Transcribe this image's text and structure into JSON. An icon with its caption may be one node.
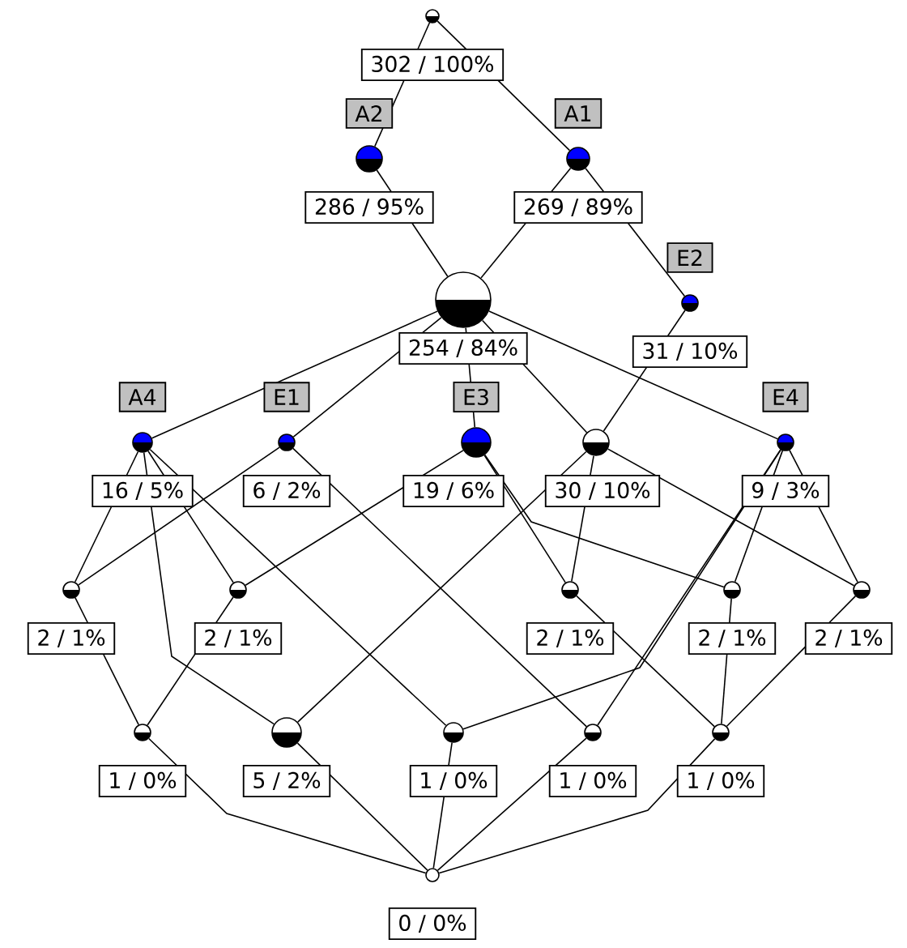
{
  "diagram": {
    "nodes": [
      {
        "text": [
          "302 / 100%"
        ]
      },
      {
        "text": [
          "286 / 95%"
        ],
        "beside": [
          "A2"
        ]
      },
      {
        "text": [
          "269 / 89%"
        ],
        "beside": [
          "A1"
        ]
      },
      {
        "text": [
          "254 / 84%"
        ]
      },
      {
        "text": [
          "31 / 10%"
        ],
        "beside": [
          "E2"
        ]
      },
      {
        "text": [
          "16 / 5%"
        ],
        "beside": [
          "A4"
        ]
      },
      {
        "text": [
          "6 / 2%"
        ],
        "beside": [
          "E1"
        ]
      },
      {
        "text": [
          "19 / 6%"
        ],
        "beside": [
          "E3"
        ]
      },
      {
        "text": [
          "30 / 10%"
        ]
      },
      {
        "text": [
          "9 / 3%"
        ],
        "beside": [
          "E4"
        ]
      },
      {
        "text": [
          "2 / 1%"
        ]
      },
      {
        "text": [
          "2 / 1%"
        ]
      },
      {
        "text": [
          "2 / 1%"
        ]
      },
      {
        "text": [
          "2 / 1%"
        ]
      },
      {
        "text": [
          "2 / 1%"
        ]
      },
      {
        "text": [
          "1 / 0%"
        ]
      },
      {
        "text": [
          "5 / 2%"
        ]
      },
      {
        "text": [
          "1 / 0%"
        ]
      },
      {
        "text": [
          "1 / 0%"
        ]
      },
      {
        "text": [
          "1 / 0%"
        ]
      },
      {
        "text": [
          "0 / 0%"
        ]
      }
    ],
    "edges": [
      {
        "from": 0,
        "to": 1,
        "arrow": "none"
      },
      {
        "from": 0,
        "to": 2,
        "arrow": "none"
      },
      {
        "from": 1,
        "to": 3,
        "arrow": "none"
      },
      {
        "from": 2,
        "to": 3,
        "arrow": "none"
      },
      {
        "from": 2,
        "to": 4,
        "arrow": "none"
      },
      {
        "from": 3,
        "to": 5,
        "arrow": "none"
      },
      {
        "from": 3,
        "to": 6,
        "arrow": "none"
      },
      {
        "from": 3,
        "to": 7,
        "arrow": "none"
      },
      {
        "from": 3,
        "to": 8,
        "arrow": "none"
      },
      {
        "from": 3,
        "to": 9,
        "arrow": "none"
      },
      {
        "from": 4,
        "to": 8,
        "arrow": "none"
      },
      {
        "from": 5,
        "to": 10,
        "arrow": "none"
      },
      {
        "from": 5,
        "to": 11,
        "arrow": "none"
      },
      {
        "from": 5,
        "to": 16,
        "arrow": "none"
      },
      {
        "from": 5,
        "to": 17,
        "arrow": "none"
      },
      {
        "from": 6,
        "to": 10,
        "arrow": "none"
      },
      {
        "from": 6,
        "to": 18,
        "arrow": "none"
      },
      {
        "from": 7,
        "to": 11,
        "arrow": "none"
      },
      {
        "from": 7,
        "to": 12,
        "arrow": "none"
      },
      {
        "from": 7,
        "to": 13,
        "arrow": "none"
      },
      {
        "from": 8,
        "to": 12,
        "arrow": "none"
      },
      {
        "from": 8,
        "to": 14,
        "arrow": "none"
      },
      {
        "from": 8,
        "to": 16,
        "arrow": "none"
      },
      {
        "from": 9,
        "to": 13,
        "arrow": "none"
      },
      {
        "from": 9,
        "to": 14,
        "arrow": "none"
      },
      {
        "from": 9,
        "to": 17,
        "arrow": "none"
      },
      {
        "from": 9,
        "to": 18,
        "arrow": "none"
      },
      {
        "from": 10,
        "to": 15,
        "arrow": "none"
      },
      {
        "from": 11,
        "to": 15,
        "arrow": "none"
      },
      {
        "from": 12,
        "to": 19,
        "arrow": "none"
      },
      {
        "from": 13,
        "to": 19,
        "arrow": "none"
      },
      {
        "from": 14,
        "to": 19,
        "arrow": "none"
      },
      {
        "from": 15,
        "to": 20,
        "arrow": "none"
      },
      {
        "from": 16,
        "to": 20,
        "arrow": "none"
      },
      {
        "from": 17,
        "to": 20,
        "arrow": "none"
      },
      {
        "from": 18,
        "to": 20,
        "arrow": "none"
      },
      {
        "from": 19,
        "to": 20,
        "arrow": "none"
      }
    ]
  }
}
